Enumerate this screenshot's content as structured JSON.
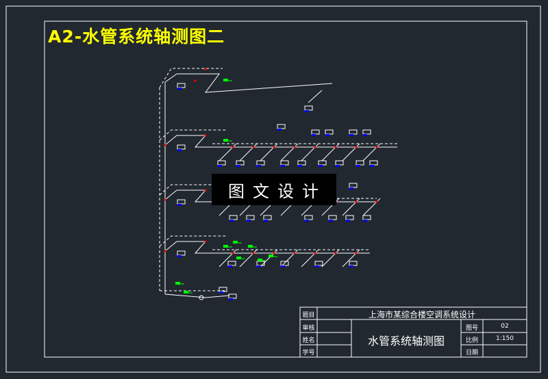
{
  "drawing": {
    "title": "A2-水管系统轴测图二",
    "watermark": "图文设计"
  },
  "title_block": {
    "row_labels": [
      "题目",
      "审核",
      "姓名",
      "学号"
    ],
    "project": "上海市某综合楼空调系统设计",
    "drawing_name": "水管系统轴测图",
    "fields": [
      {
        "label": "图号",
        "value": "02"
      },
      {
        "label": "比例",
        "value": "1:150"
      },
      {
        "label": "日期",
        "value": ""
      }
    ]
  },
  "colors": {
    "background": "#212830",
    "border": "#ffffff",
    "pipe": "#ffffff",
    "valve": "#ff0000",
    "unit_base": "#0000ff",
    "unit_tag": "#00ff00",
    "title": "#ffff00"
  }
}
